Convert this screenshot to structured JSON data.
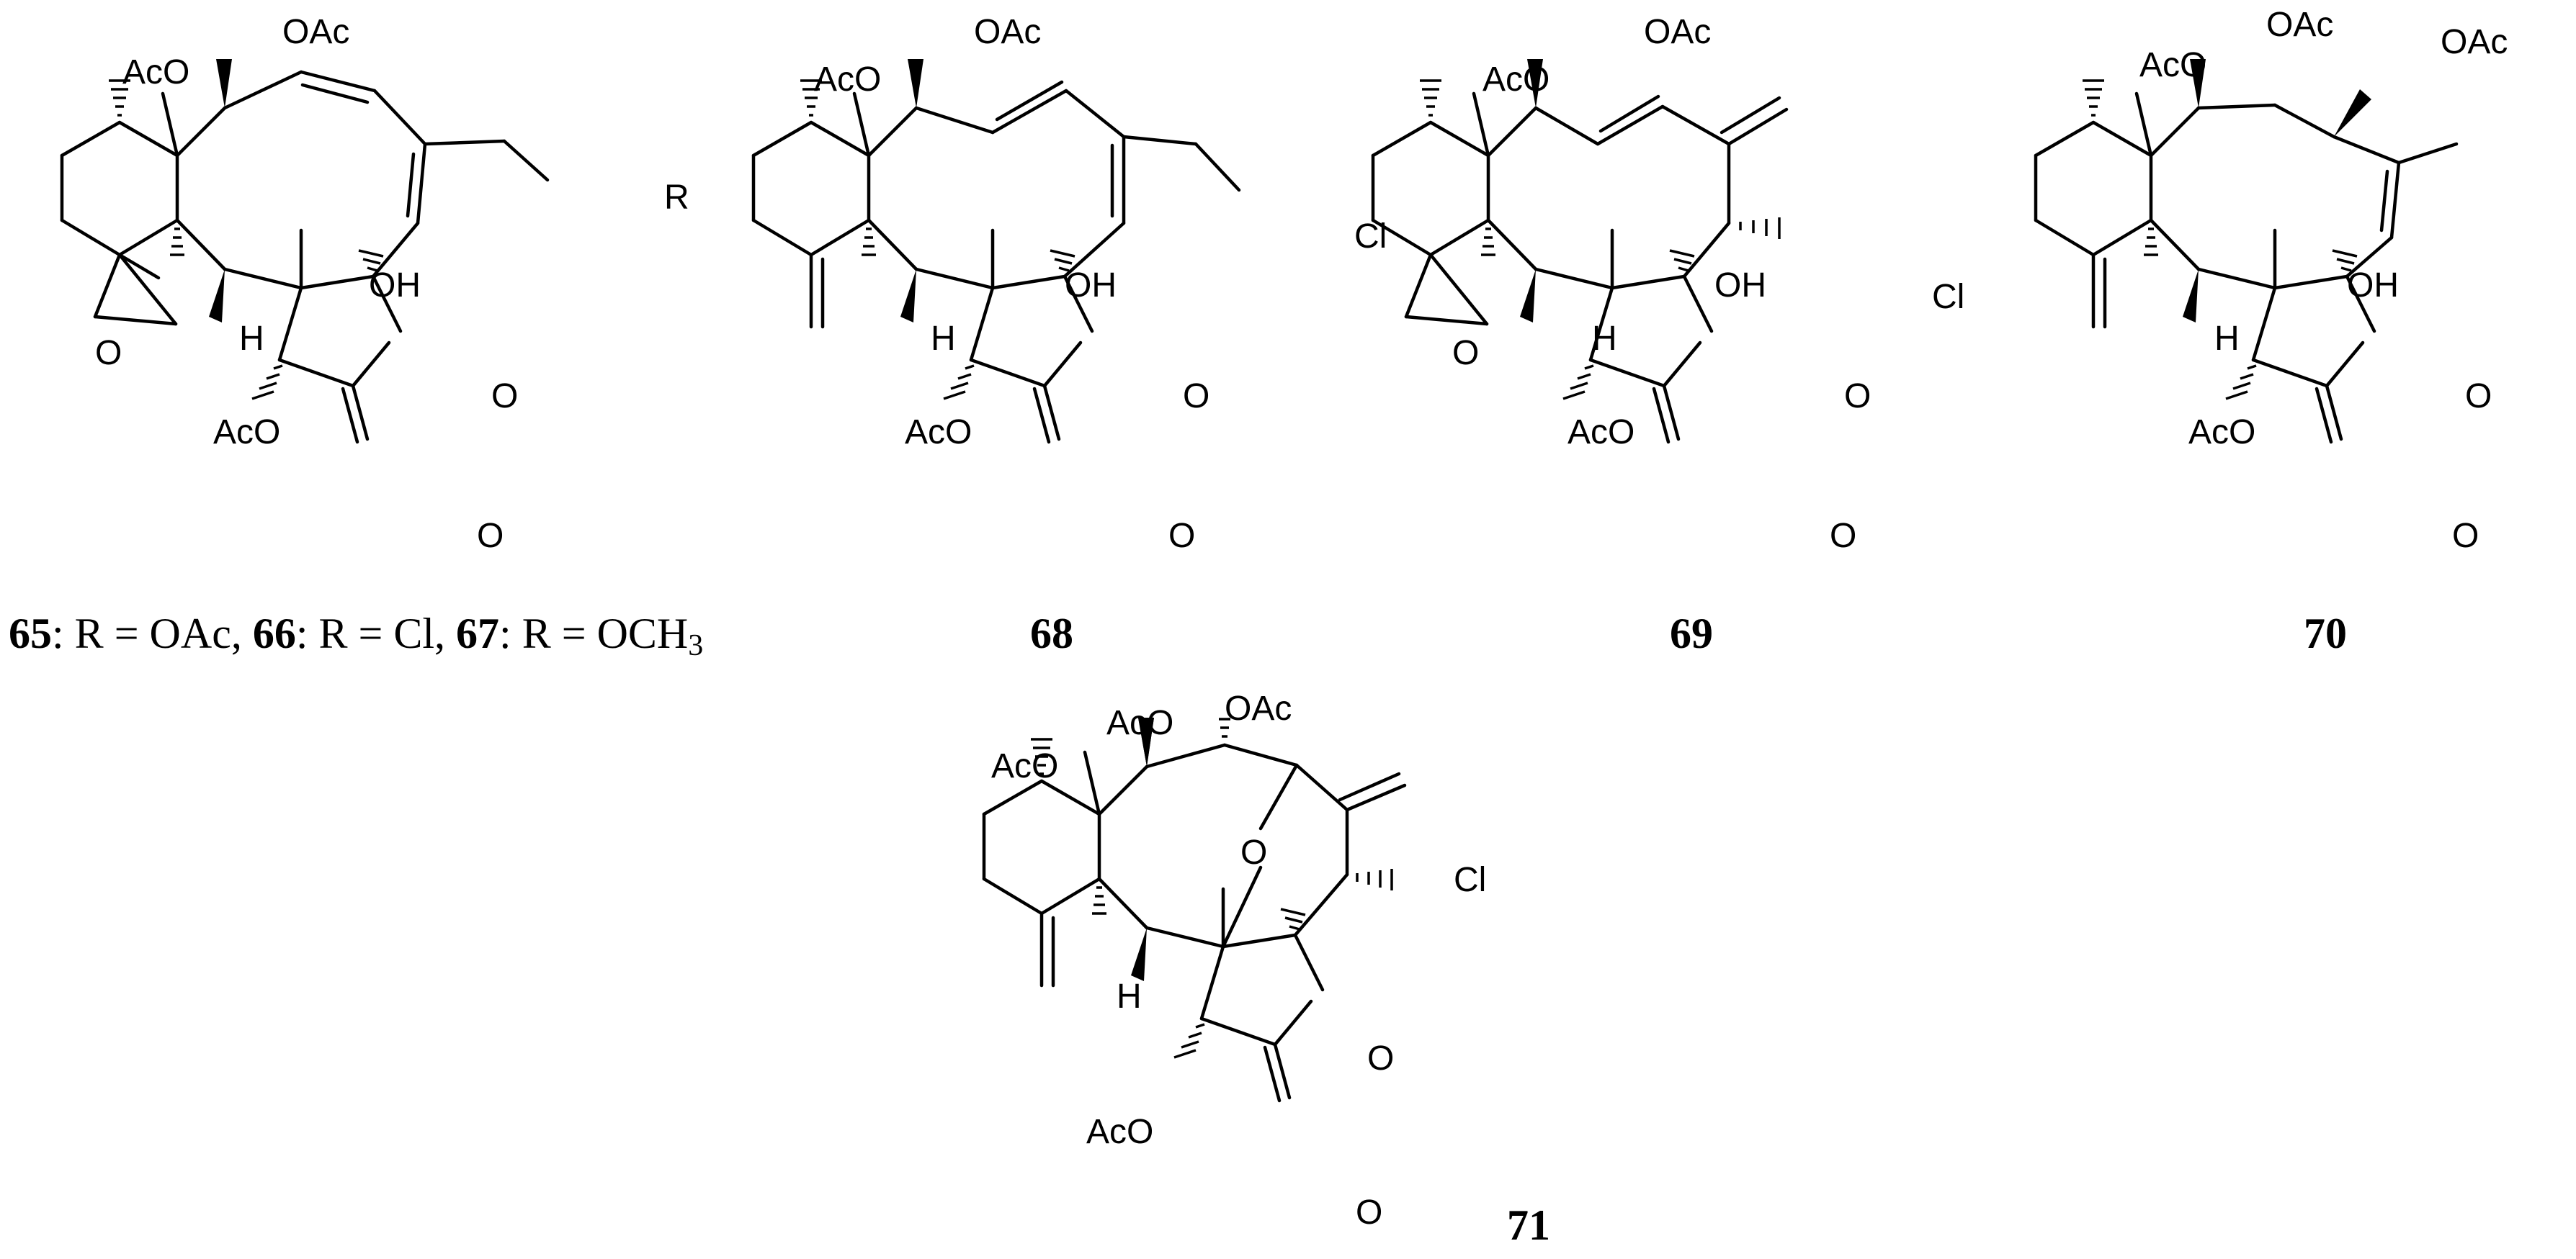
{
  "atoms": {
    "acetoxy": "AcO",
    "acetoxy_right": "OAc",
    "hydroxyl": "OH",
    "hydrogen": "H",
    "oxygen": "O",
    "chlorine": "Cl",
    "r_group": "R"
  },
  "captions": {
    "c65": {
      "n1": "65",
      "t1": ": R = OAc, ",
      "n2": "66",
      "t2": ": R = Cl, ",
      "n3": "67",
      "t3": ": R = OCH",
      "sub": "3"
    },
    "c68": "68",
    "c69": "69",
    "c70": "70",
    "c71": "71"
  }
}
